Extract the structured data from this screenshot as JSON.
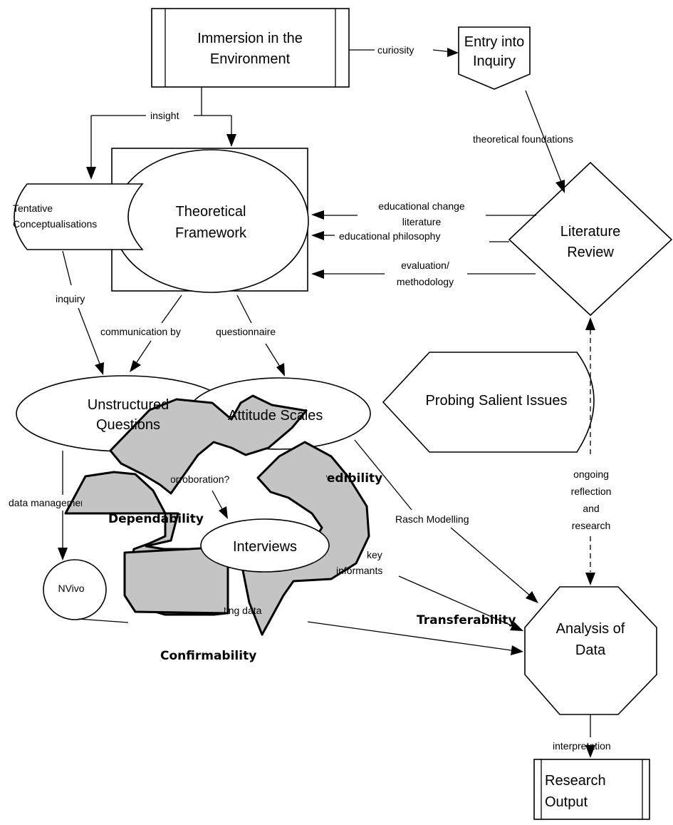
{
  "nodes": {
    "immersion": [
      "Immersion in the",
      "Environment"
    ],
    "entry_inquiry": [
      "Entry into",
      "Inquiry"
    ],
    "theoretical_framework": [
      "Theoretical",
      "Framework"
    ],
    "tentative": [
      "Tentative",
      "Conceptualisations"
    ],
    "literature_review": [
      "Literature",
      "Review"
    ],
    "unstructured": [
      "Unstructured",
      "Questions"
    ],
    "attitude_scales": "Attitude Scales",
    "probing": "Probing Salient Issues",
    "interviews": "Interviews",
    "nvivo": "NVivo",
    "analysis": [
      "Analysis of",
      "Data"
    ],
    "research_output": [
      "Research",
      "Output"
    ]
  },
  "edge_labels": {
    "curiosity": "curiosity",
    "insight": "insight",
    "theoretical_foundations": "theoretical foundations",
    "educational_change": [
      "educational change",
      "literature"
    ],
    "educational_philosophy": "educational philosophy",
    "evaluation_methodology": [
      "evaluation/",
      "methodology"
    ],
    "inquiry": "inquiry",
    "communication_by": "communication by",
    "questionnaire": "questionnaire",
    "corroboration": "corroboration?",
    "data_management": "data management",
    "rasch": "Rasch Modelling",
    "key_informants": [
      "key",
      "informants"
    ],
    "ongoing": [
      "ongoing",
      "reflection",
      "and",
      "research"
    ],
    "triangulating": "triangulating data",
    "interpretation": "interpretation"
  },
  "criteria": {
    "credibility": "Credibility",
    "dependability": "Dependability",
    "transferability": "Transferability",
    "confirmability": "Confirmability"
  },
  "colors": {
    "recycle_fill": "#c4c4c4",
    "stroke": "#000000",
    "background": "#ffffff"
  }
}
